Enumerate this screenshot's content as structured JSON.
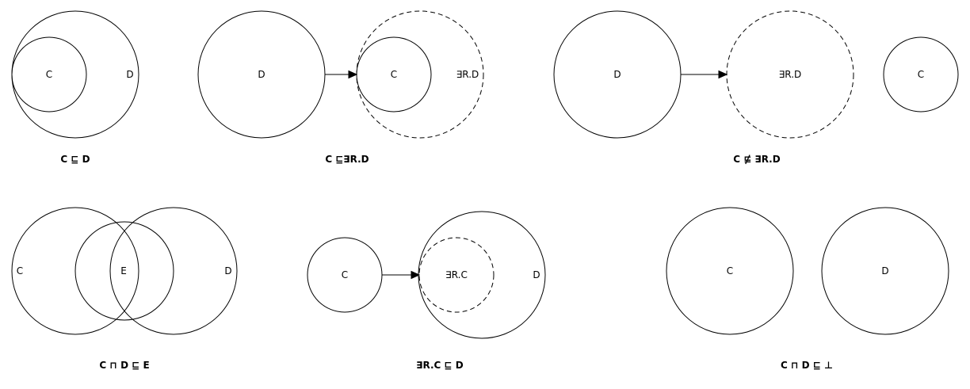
{
  "diagrams": [
    {
      "caption": "C ⊑ D",
      "labels": [
        "C",
        "D"
      ]
    },
    {
      "caption": "C ⊑∃R.D",
      "labels": [
        "D",
        "C",
        "∃R.D"
      ]
    },
    {
      "caption": "C ⋢ ∃R.D",
      "labels": [
        "D",
        "∃R.D",
        "C"
      ]
    },
    {
      "caption": "C ⊓ D ⊑ E",
      "labels": [
        "C",
        "E",
        "D"
      ]
    },
    {
      "caption": "∃R.C ⊑ D",
      "labels": [
        "C",
        "∃R.C",
        "D"
      ]
    },
    {
      "caption": "C ⊓ D ⊑ ⊥",
      "labels": [
        "C",
        "D"
      ]
    }
  ]
}
